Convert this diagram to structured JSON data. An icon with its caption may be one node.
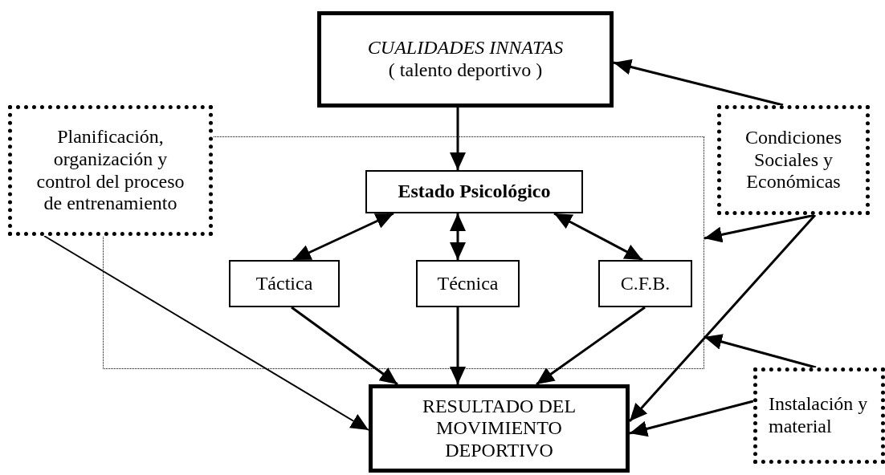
{
  "diagram": {
    "nodes": [
      {
        "text": [
          "CUALIDADES INNATAS",
          "( talento deportivo )"
        ]
      },
      {
        "text": [
          "Planificación, organización y control del proceso de entrenamiento"
        ]
      },
      {
        "text": [
          "Condiciones Sociales y Económicas"
        ]
      },
      {
        "text": [],
        "shape": "box"
      },
      {
        "text": [
          "Estado Psicológico"
        ],
        "in": 3
      },
      {
        "text": [
          "Táctica"
        ],
        "in": 3
      },
      {
        "text": [
          "Técnica"
        ],
        "in": 3
      },
      {
        "text": [
          "C.F.B."
        ],
        "in": 3
      },
      {
        "text": [
          "RESULTADO DEL MOVIMIENTO DEPORTIVO"
        ]
      },
      {
        "text": [
          "Instalación y material"
        ]
      }
    ],
    "edges": [
      {
        "from": 0,
        "to": 4,
        "arrow": "to"
      },
      {
        "from": 4,
        "to": 5,
        "arrow": "both"
      },
      {
        "from": 4,
        "to": 6,
        "arrow": "both"
      },
      {
        "from": 4,
        "to": 7,
        "arrow": "both"
      },
      {
        "from": 5,
        "to": 8,
        "arrow": "to"
      },
      {
        "from": 6,
        "to": 8,
        "arrow": "to"
      },
      {
        "from": 7,
        "to": 8,
        "arrow": "to"
      },
      {
        "from": 1,
        "to": 8,
        "arrow": "to"
      },
      {
        "from": 2,
        "to": 0,
        "arrow": "to"
      },
      {
        "from": 2,
        "to": 3,
        "arrow": "to"
      },
      {
        "from": 2,
        "to": 8,
        "arrow": "to"
      },
      {
        "from": 9,
        "to": 8,
        "arrow": "to"
      },
      {
        "from": 9,
        "to": 3,
        "arrow": "to"
      }
    ]
  }
}
